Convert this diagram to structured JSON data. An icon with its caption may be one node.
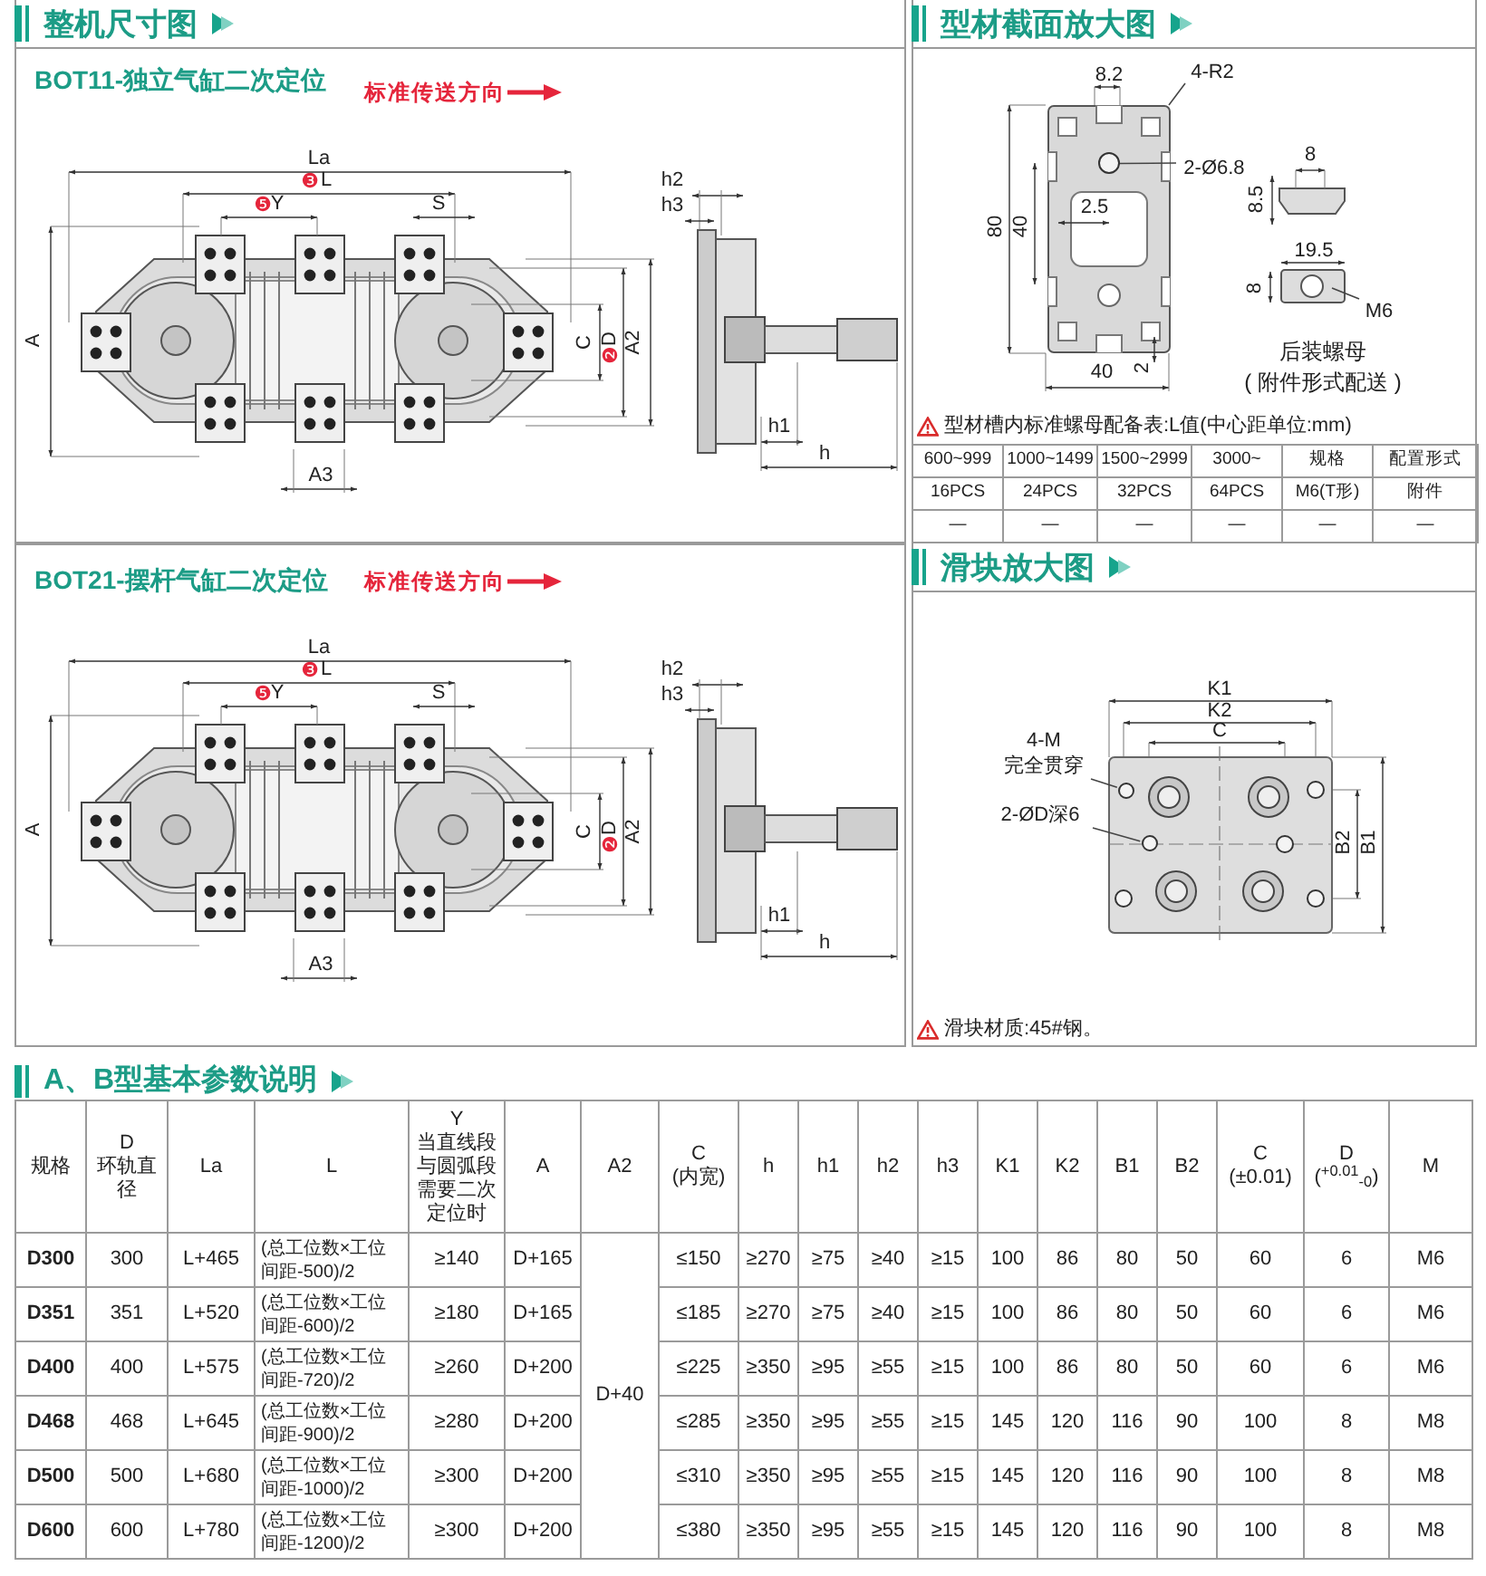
{
  "diagram": {
    "nodes": [
      {
        "text": [
          "整机尺寸图",
          "BOT11-独立气缸二次定位"
        ]
      },
      {
        "text": [
          "BOT21-摆杆气缸二次定位"
        ]
      },
      {
        "text": [
          "型材截面放大图"
        ]
      },
      {
        "text": [
          "滑块放大图"
        ]
      },
      {
        "text": [
          "4-R2"
        ],
        "in": 2
      },
      {
        "text": [
          "2-Ø6.8"
        ],
        "in": 2
      },
      {
        "text": [
          "M6"
        ],
        "in": 2
      },
      {
        "text": [
          "4-M 完全贯穿"
        ],
        "in": 3
      },
      {
        "text": [],
        "shape": "circle",
        "in": 3
      },
      {
        "text": [
          "2-ØD深6"
        ],
        "in": 3
      },
      {
        "text": [],
        "shape": "circle",
        "in": 3
      },
      {
        "text": [],
        "shape": "picture",
        "in": 2
      },
      {
        "text": [],
        "shape": "circle",
        "in": 11
      }
    ],
    "edges": [
      {
        "from": 4,
        "to": 11,
        "arrow": "none"
      },
      {
        "from": 5,
        "to": 12,
        "arrow": "none"
      },
      {
        "from": 6,
        "to": null,
        "arrow": "none"
      },
      {
        "from": 7,
        "to": 8,
        "arrow": "none"
      },
      {
        "from": 9,
        "to": 10,
        "arrow": "none"
      }
    ],
    "labels": [
      "标准传送方向",
      "La",
      "❸",
      "L",
      "❺",
      "Y",
      "S",
      "A",
      "C",
      "❷",
      "D",
      "A2",
      "A3",
      "h2",
      "h3",
      "h1",
      "h",
      "标准传送方向",
      "La",
      "❸",
      "L",
      "❺",
      "Y",
      "S",
      "A",
      "C",
      "❷",
      "D",
      "A2",
      "A3",
      "h2",
      "h3",
      "h1",
      "h",
      "8.2",
      "80",
      "40",
      "2.5",
      "8",
      "8.5",
      "19.5",
      "8",
      "40",
      "2",
      "后装螺母",
      "( 附件形式配送 )",
      "型材槽内标准螺母配备表:L值(中心距单位:mm)",
      "600~999",
      "1000~1499",
      "1500~2999",
      "3000~",
      "规格",
      "配置形式",
      "16PCS",
      "24PCS",
      "32PCS",
      "64PCS",
      "M6(T形)",
      "附件",
      "—",
      "—",
      "—",
      "—",
      "—",
      "—",
      "K1",
      "K2",
      "C",
      "B2",
      "B1",
      "滑块材质:45#钢。",
      "A、B型基本参数说明",
      "规格",
      "D 环轨直径",
      "La",
      "L",
      "Y 当直线段与圆弧段需要二次定位时",
      "A",
      "A2",
      "C (内宽)",
      "h",
      "h1",
      "h2",
      "h3",
      "K1",
      "K2",
      "B1",
      "B2",
      "C (±0.01)",
      "D ($^{+0.01}$$_{-0}$)",
      "M",
      "D300",
      "300",
      "L+465",
      "(总工位数×工位间距-500)/2",
      "≥140",
      "D+165",
      "≤150",
      "≥270",
      "≥75",
      "≥40",
      "≥15",
      "100",
      "86",
      "80",
      "50",
      "60",
      "6",
      "M6",
      "D351",
      "351",
      "L+520",
      "(总工位数×工位间距-600)/2",
      "≥180",
      "D+165",
      "≤185",
      "≥270",
      "≥75",
      "≥40",
      "≥15",
      "100",
      "86",
      "80",
      "50",
      "60",
      "6",
      "M6",
      "D400",
      "400",
      "L+575",
      "(总工位数×工位间距-720)/2",
      "≥260",
      "D+200",
      "D+40",
      "≤225",
      "≥350",
      "≥95",
      "≥55",
      "≥15",
      "100",
      "86",
      "80",
      "50",
      "60",
      "6",
      "M6",
      "D468",
      "468",
      "L+645",
      "(总工位数×工位间距-900)/2",
      "≥280",
      "D+200",
      "≤285",
      "≥350",
      "≥95",
      "≥55",
      "≥15",
      "145",
      "120",
      "116",
      "90",
      "100",
      "8",
      "M8",
      "D500",
      "500",
      "L+680",
      "(总工位数×工位间距-1000)/2",
      "≥300",
      "D+200",
      "≤310",
      "≥350",
      "≥95",
      "≥55",
      "≥15",
      "145",
      "120",
      "116",
      "90",
      "100",
      "8",
      "M8",
      "D600",
      "600",
      "L+780",
      "(总工位数×工位间距-1200)/2",
      "≥300",
      "D+200",
      "≤380",
      "≥350",
      "≥95",
      "≥55",
      "≥15",
      "145",
      "120",
      "116",
      "90",
      "100",
      "8",
      "M8"
    ]
  }
}
